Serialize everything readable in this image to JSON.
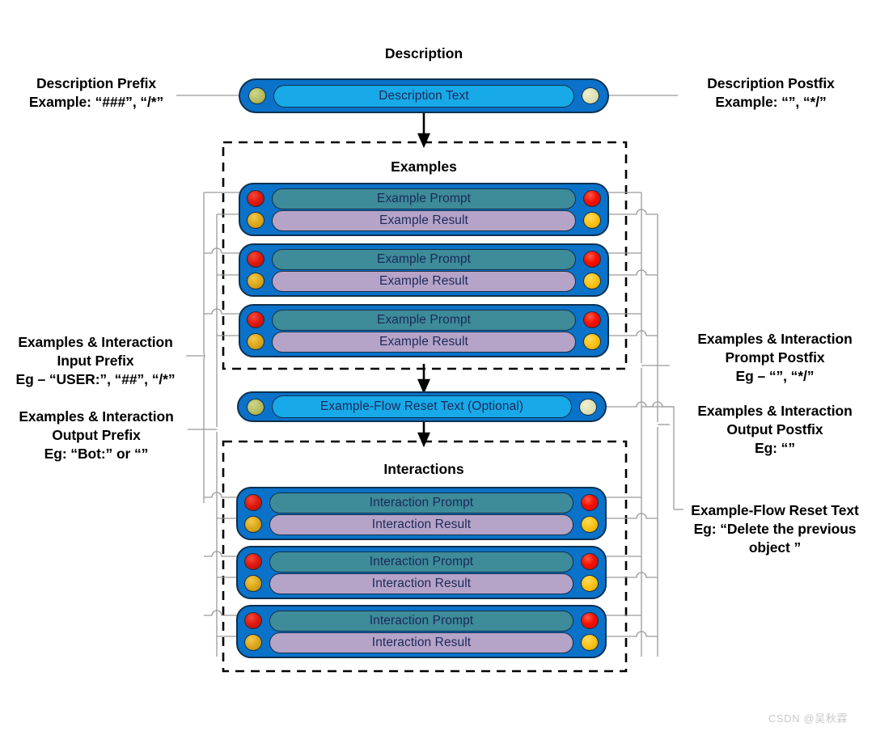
{
  "diagram": {
    "title_description": "Description",
    "title_examples": "Examples",
    "title_interactions": "Interactions"
  },
  "bars": {
    "description": {
      "text": "Description Text",
      "left_dot": "olive-dot",
      "right_dot": "pale-green-dot"
    },
    "reset": {
      "text": "Example-Flow Reset Text (Optional)",
      "left_dot": "olive-dot",
      "right_dot": "pale-green-dot"
    }
  },
  "examples": [
    {
      "prompt": "Example Prompt",
      "result": "Example Result"
    },
    {
      "prompt": "Example Prompt",
      "result": "Example Result"
    },
    {
      "prompt": "Example Prompt",
      "result": "Example Result"
    }
  ],
  "interactions": [
    {
      "prompt": "Interaction Prompt",
      "result": "Interaction Result"
    },
    {
      "prompt": "Interaction Prompt",
      "result": "Interaction Result"
    },
    {
      "prompt": "Interaction Prompt",
      "result": "Interaction Result"
    }
  ],
  "labels": {
    "description_prefix": "Description Prefix\nExample: “###”, “/*”",
    "description_postfix": "Description Postfix\nExample: “”,  “*/”",
    "io_input_prefix": "Examples & Interaction\nInput Prefix\nEg – “USER:”, “##”, “/*”",
    "io_output_prefix": "Examples & Interaction\nOutput Prefix\nEg: “Bot:” or “”",
    "io_prompt_postfix": "Examples & Interaction\nPrompt Postfix\nEg – “”, “*/”",
    "io_output_postfix": "Examples & Interaction\nOutput Postfix\nEg: “”",
    "reset_text": "Example-Flow Reset Text\nEg: “Delete the previous\nobject ”"
  },
  "watermark": "CSDN @吴秋霖",
  "colors": {
    "bar_fill": "#0a72c8",
    "bar_stroke": "#0d3050",
    "pill_cyan": "#18a9e8",
    "pill_teal": "#3e8b99",
    "pill_mauve": "#b6a3c8",
    "dot_red": "#e01b10",
    "dot_yellow": "#fcc114",
    "dot_olive": "#b4bd5f",
    "dashed_box": "#000000",
    "connector": "#9a9a9a"
  }
}
